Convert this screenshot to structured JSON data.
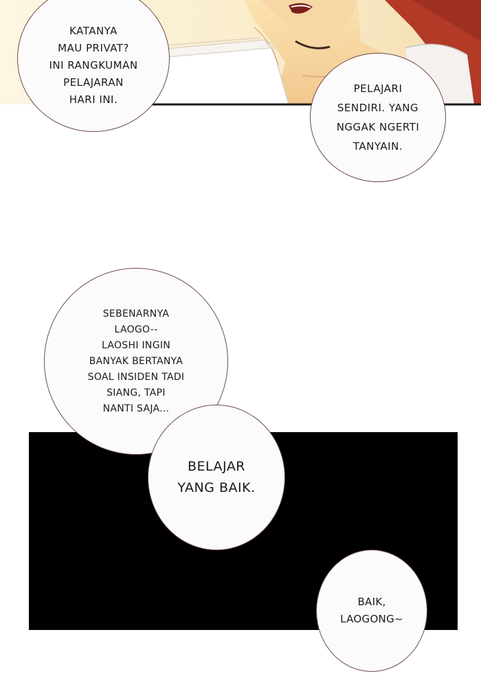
{
  "colors": {
    "bubble_fill": "#fcfbfb",
    "bubble_border": "#6e4a48",
    "text": "#1a1a1a",
    "dark_panel": "#000000",
    "skin": "#f6d39e",
    "hair": "#b23a26"
  },
  "bubbles": {
    "top_left": "KATANYA\nMAU PRIVAT?\nINI RANGKUMAN\nPELAJARAN\nHARI INI.",
    "top_right": "PELAJARI\nSENDIRI. YANG\nNGGAK NGERTI\nTANYAIN.",
    "middle_left": "SEBENARNYA\nLAOGO--\nLAOSHI INGIN\nBANYAK BERTANYA\nSOAL INSIDEN TADI\nSIANG, TAPI\nNANTI SAJA...",
    "middle_center": "BELAJAR\nYANG BAIK.",
    "bottom_right": "BAIK,\nLAOGONG~"
  }
}
